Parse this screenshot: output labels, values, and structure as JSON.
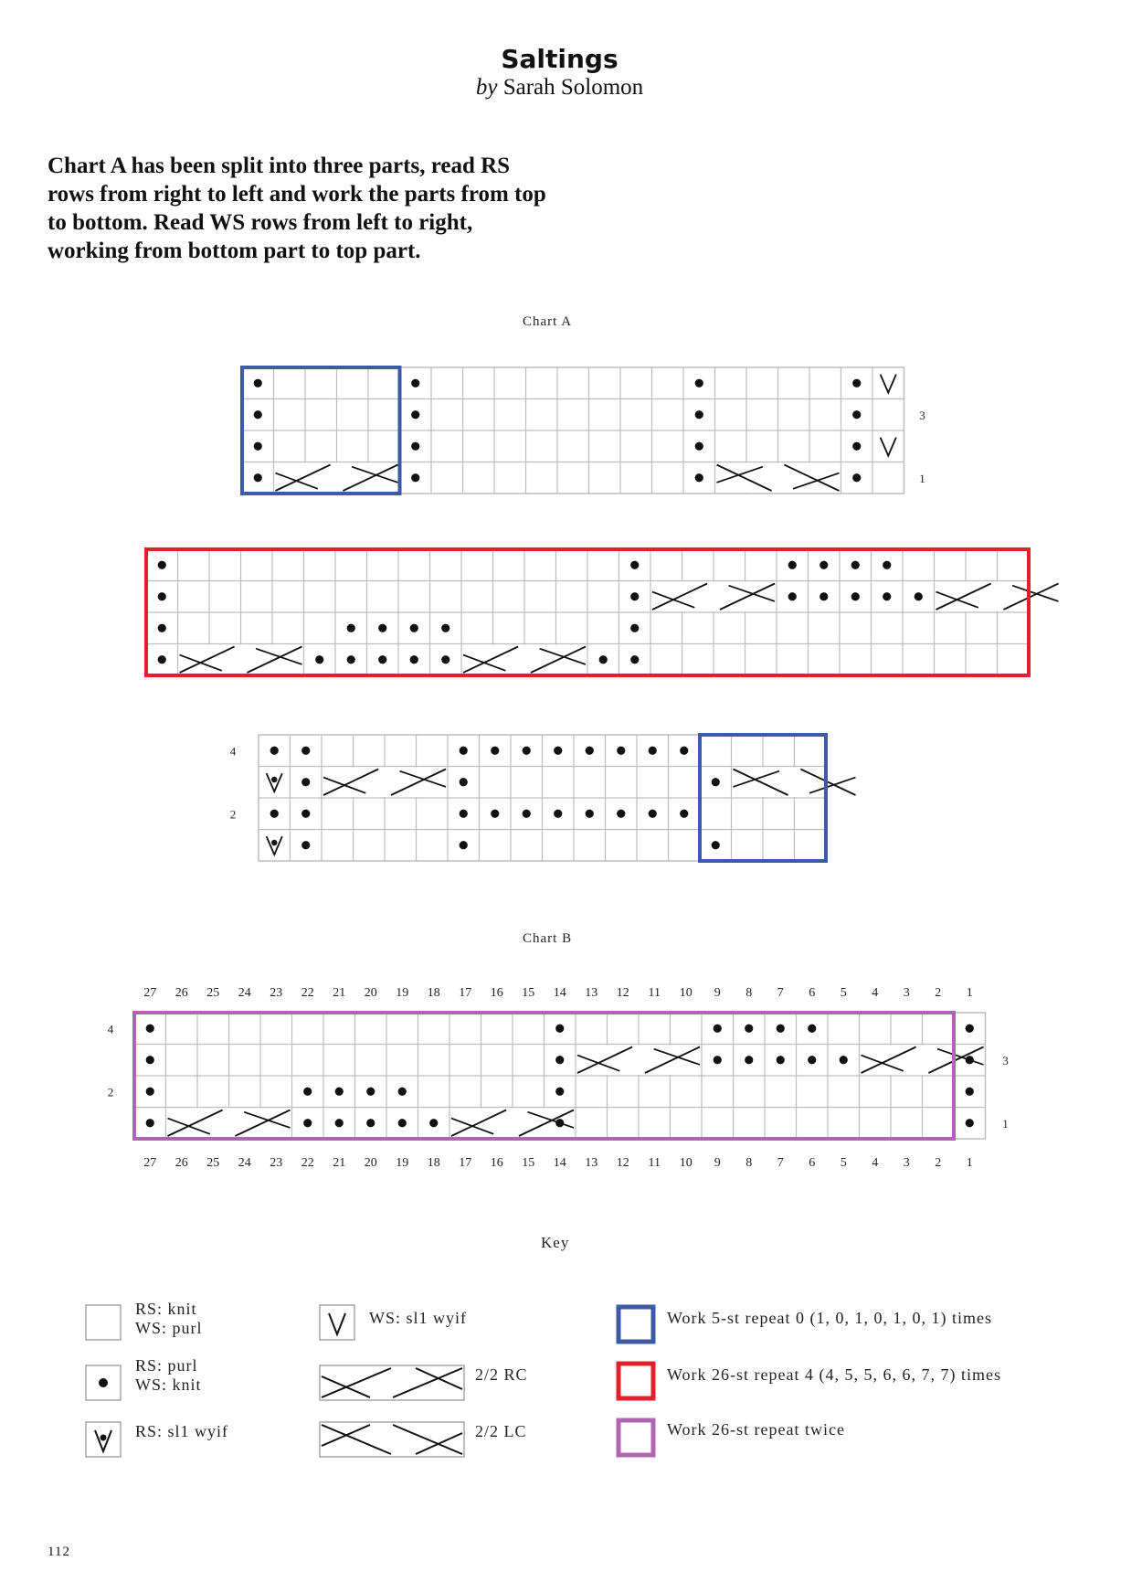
{
  "header": {
    "title": "Saltings",
    "by": "by",
    "author": "Sarah Solomon"
  },
  "intro_text": "Chart A has been split into three parts, read RS rows from right to left and work the parts from top to bottom. Read WS rows from left to right, working from bottom part to top part.",
  "chart_a": {
    "caption": "Chart A",
    "part1": {
      "right_row_numbers": [
        "3",
        "1"
      ],
      "rows": [
        "p....p........p....pS",
        "p....p........p....p.",
        "p....p........p....pS",
        "pC...p........pL...p."
      ]
    },
    "part2": {
      "rows": [
        "p..............p....pppp....",
        "p..............pC...pppppC..",
        "p.....pppp.....p............",
        "pC...pppppC...pp............"
      ]
    },
    "part3": {
      "left_row_numbers": [
        "4",
        "2"
      ],
      "rows": [
        "pp....pppppppp....",
        "VpC...p.......pL..",
        "pp....pppppppp....",
        "Vp....p.......p..."
      ]
    }
  },
  "chart_b": {
    "caption": "Chart B",
    "stitch_numbers": [
      "27",
      "26",
      "25",
      "24",
      "23",
      "22",
      "21",
      "20",
      "19",
      "18",
      "17",
      "16",
      "15",
      "14",
      "13",
      "12",
      "11",
      "10",
      "9",
      "8",
      "7",
      "6",
      "5",
      "4",
      "3",
      "2",
      "1"
    ],
    "left_row_numbers": [
      "4",
      "2"
    ],
    "right_row_numbers": [
      "3",
      "1"
    ],
    "rows": [
      "p............p....pppp....p",
      "p............pC...pppppC..p",
      "p....pppp....p............p",
      "pC...pppppC..p............p"
    ]
  },
  "key": {
    "title": "Key",
    "items": [
      {
        "symbol": "knit",
        "lines": [
          "RS: knit",
          "WS: purl"
        ]
      },
      {
        "symbol": "purl",
        "lines": [
          "RS: purl",
          "WS: knit"
        ]
      },
      {
        "symbol": "sl1wyif-rs",
        "lines": [
          "RS: sl1 wyif"
        ]
      },
      {
        "symbol": "sl1wyif-ws",
        "lines": [
          "WS: sl1 wyif"
        ]
      },
      {
        "symbol": "rc",
        "lines": [
          "2/2 RC"
        ]
      },
      {
        "symbol": "lc",
        "lines": [
          "2/2 LC"
        ]
      },
      {
        "symbol": "repeat-blue",
        "lines": [
          "Work 5-st repeat 0 (1, 0, 1, 0, 1, 0, 1) times"
        ]
      },
      {
        "symbol": "repeat-red",
        "lines": [
          "Work 26-st repeat 4 (4, 5, 5, 6, 6, 7, 7) times"
        ]
      },
      {
        "symbol": "repeat-purple",
        "lines": [
          "Work 26-st repeat twice"
        ]
      }
    ]
  },
  "colors": {
    "blue_repeat": "#3c5aa6",
    "red_repeat": "#e0202a",
    "purple_repeat": "#b065b0",
    "grid": "#bdbdbd",
    "ink": "#111111"
  },
  "page_number": "112"
}
